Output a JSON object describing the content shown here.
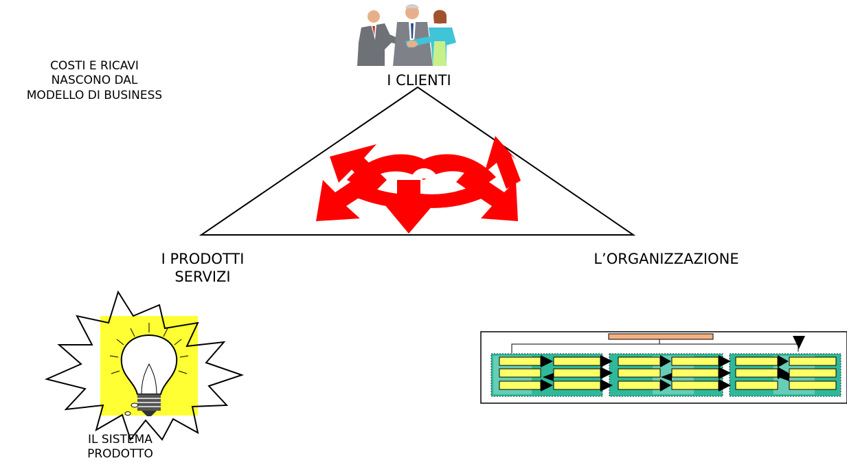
{
  "note": {
    "text": "COSTI E RICAVI\nNASCONO DAL\nMODELLO DI BUSINESS"
  },
  "labels": {
    "clienti": "I CLIENTI",
    "prodotti": "I PRODOTTI\nSERVIZI",
    "organizzazione": "L’ORGANIZZAZIONE",
    "sistema": "IL SISTEMA\nPRODOTTO"
  },
  "colors": {
    "arrows": "#ff0000",
    "lightbulb_background": "#ffff33",
    "org_top_box": "#f4b183",
    "org_process_box": "#ffff66",
    "org_process_group": "#2fb89a"
  },
  "icons": {
    "clients": "people-handshake-icon",
    "product": "lightbulb-burst-icon",
    "organization": "process-flow-chart-icon",
    "center": "four-way-red-arrows-icon"
  }
}
